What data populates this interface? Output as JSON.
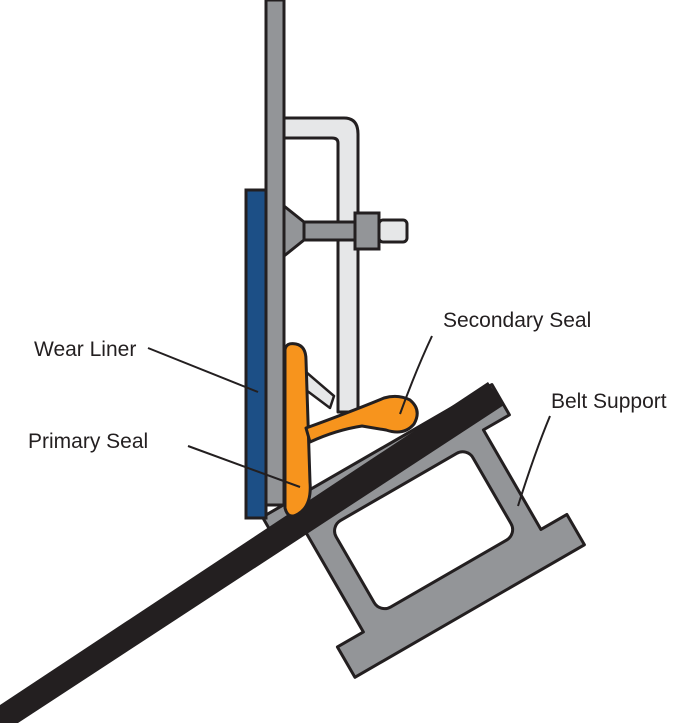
{
  "labels": {
    "wear_liner": "Wear Liner",
    "primary_seal": "Primary Seal",
    "secondary_seal": "Secondary Seal",
    "belt_support": "Belt Support"
  },
  "colors": {
    "outline": "#231f20",
    "steel": "#939598",
    "light_steel": "#e6e7e8",
    "wear_liner": "#1c4f86",
    "seal": "#f7941d",
    "belt": "#231f20"
  }
}
